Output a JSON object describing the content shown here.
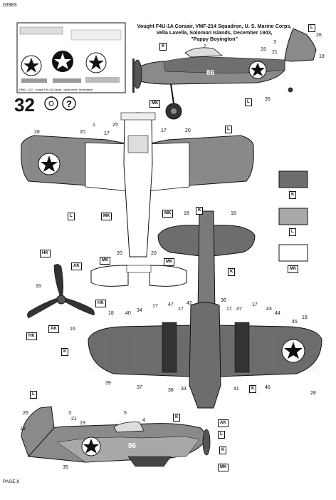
{
  "page": {
    "code": "03983",
    "footer": "PAGE 8",
    "title_lines": [
      "Vought F4U-1A Corsair, VMF-214 Squadron, U. S. Marine Corps,",
      "Vella Lavella, Solomon Islands, December 1943,",
      "\"Pappy Boyington\""
    ],
    "big_number": "32",
    "aircraft_code": "86"
  },
  "colors": {
    "dark_blue_grey": "#6d6d6d",
    "intermediate_blue": "#a8a8a8",
    "white": "#ffffff",
    "outline": "#111111"
  },
  "color_codes": [
    "K",
    "L",
    "MK"
  ],
  "decal_sheet": {
    "caption": "03983 - 1/32 - Vought F4U-1A Corsair - decal sheet / Abziehbilder"
  },
  "callouts": {
    "profile_top": [
      "2",
      "3",
      "26",
      "18",
      "19",
      "21",
      "35"
    ],
    "topview": [
      "1",
      "25",
      "17",
      "17",
      "20",
      "20",
      "28",
      "20",
      "20"
    ],
    "tail": [
      "18",
      "18"
    ],
    "propeller": [
      "16",
      "16"
    ],
    "bottom": [
      "18",
      "40",
      "34",
      "17",
      "47",
      "17",
      "42",
      "36",
      "17",
      "47",
      "17",
      "43",
      "44",
      "18",
      "45",
      "39",
      "37",
      "38",
      "33",
      "41",
      "46",
      "28"
    ],
    "profile_bottom": [
      "26",
      "3",
      "21",
      "19",
      "18",
      "5",
      "4",
      "35"
    ]
  },
  "labels": {
    "K": "K",
    "L": "L",
    "MK": "MK",
    "AK": "AK",
    "HK": "HK"
  }
}
